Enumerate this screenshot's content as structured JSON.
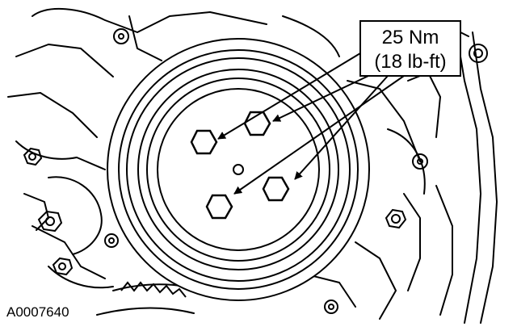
{
  "callout": {
    "torque_metric": "25 Nm",
    "torque_imperial": "(18 lb-ft)"
  },
  "figure_id": "A0007640",
  "colors": {
    "line": "#000000",
    "background": "#ffffff"
  }
}
